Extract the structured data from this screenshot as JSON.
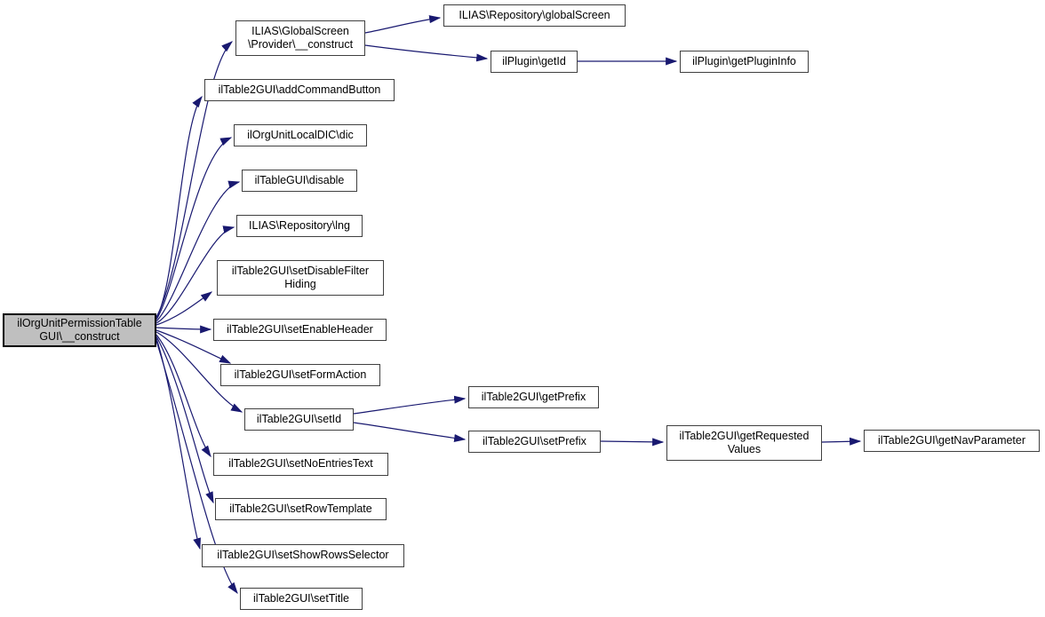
{
  "graph": {
    "kind": "call-graph",
    "colors": {
      "edge": "#191970",
      "node_fill": "#ffffff",
      "node_border": "#404040",
      "highlight_fill": "#bfbfbf",
      "highlight_border": "#000000",
      "text": "#000000",
      "background": "#ffffff"
    },
    "nodes": [
      {
        "id": "construct",
        "lines": [
          "ilOrgUnitPermissionTable",
          "GUI\\__construct"
        ],
        "highlight": true
      },
      {
        "id": "provider-construct",
        "lines": [
          "ILIAS\\GlobalScreen",
          "\\Provider\\__construct"
        ]
      },
      {
        "id": "global-screen",
        "lines": [
          "ILIAS\\Repository\\globalScreen"
        ]
      },
      {
        "id": "get-id",
        "lines": [
          "ilPlugin\\getId"
        ]
      },
      {
        "id": "get-plugin-info",
        "lines": [
          "ilPlugin\\getPluginInfo"
        ]
      },
      {
        "id": "add-command-button",
        "lines": [
          "ilTable2GUI\\addCommandButton"
        ]
      },
      {
        "id": "dic",
        "lines": [
          "ilOrgUnitLocalDIC\\dic"
        ]
      },
      {
        "id": "disable",
        "lines": [
          "ilTableGUI\\disable"
        ]
      },
      {
        "id": "lng",
        "lines": [
          "ILIAS\\Repository\\lng"
        ]
      },
      {
        "id": "set-disable-filter-hiding",
        "lines": [
          "ilTable2GUI\\setDisableFilter",
          "Hiding"
        ]
      },
      {
        "id": "set-enable-header",
        "lines": [
          "ilTable2GUI\\setEnableHeader"
        ]
      },
      {
        "id": "set-form-action",
        "lines": [
          "ilTable2GUI\\setFormAction"
        ]
      },
      {
        "id": "set-id",
        "lines": [
          "ilTable2GUI\\setId"
        ]
      },
      {
        "id": "get-prefix",
        "lines": [
          "ilTable2GUI\\getPrefix"
        ]
      },
      {
        "id": "set-prefix",
        "lines": [
          "ilTable2GUI\\setPrefix"
        ]
      },
      {
        "id": "get-requested-values",
        "lines": [
          "ilTable2GUI\\getRequested",
          "Values"
        ]
      },
      {
        "id": "get-nav-parameter",
        "lines": [
          "ilTable2GUI\\getNavParameter"
        ]
      },
      {
        "id": "set-no-entries-text",
        "lines": [
          "ilTable2GUI\\setNoEntriesText"
        ]
      },
      {
        "id": "set-row-template",
        "lines": [
          "ilTable2GUI\\setRowTemplate"
        ]
      },
      {
        "id": "set-show-rows-selector",
        "lines": [
          "ilTable2GUI\\setShowRowsSelector"
        ]
      },
      {
        "id": "set-title",
        "lines": [
          "ilTable2GUI\\setTitle"
        ]
      }
    ],
    "edges": [
      {
        "from": "construct",
        "to": "provider-construct"
      },
      {
        "from": "construct",
        "to": "add-command-button"
      },
      {
        "from": "construct",
        "to": "dic"
      },
      {
        "from": "construct",
        "to": "disable"
      },
      {
        "from": "construct",
        "to": "lng"
      },
      {
        "from": "construct",
        "to": "set-disable-filter-hiding"
      },
      {
        "from": "construct",
        "to": "set-enable-header"
      },
      {
        "from": "construct",
        "to": "set-form-action"
      },
      {
        "from": "construct",
        "to": "set-id"
      },
      {
        "from": "construct",
        "to": "set-no-entries-text"
      },
      {
        "from": "construct",
        "to": "set-row-template"
      },
      {
        "from": "construct",
        "to": "set-show-rows-selector"
      },
      {
        "from": "construct",
        "to": "set-title"
      },
      {
        "from": "provider-construct",
        "to": "global-screen"
      },
      {
        "from": "provider-construct",
        "to": "get-id"
      },
      {
        "from": "get-id",
        "to": "get-plugin-info"
      },
      {
        "from": "set-id",
        "to": "get-prefix"
      },
      {
        "from": "set-id",
        "to": "set-prefix"
      },
      {
        "from": "set-prefix",
        "to": "get-requested-values"
      },
      {
        "from": "get-requested-values",
        "to": "get-nav-parameter"
      }
    ]
  }
}
